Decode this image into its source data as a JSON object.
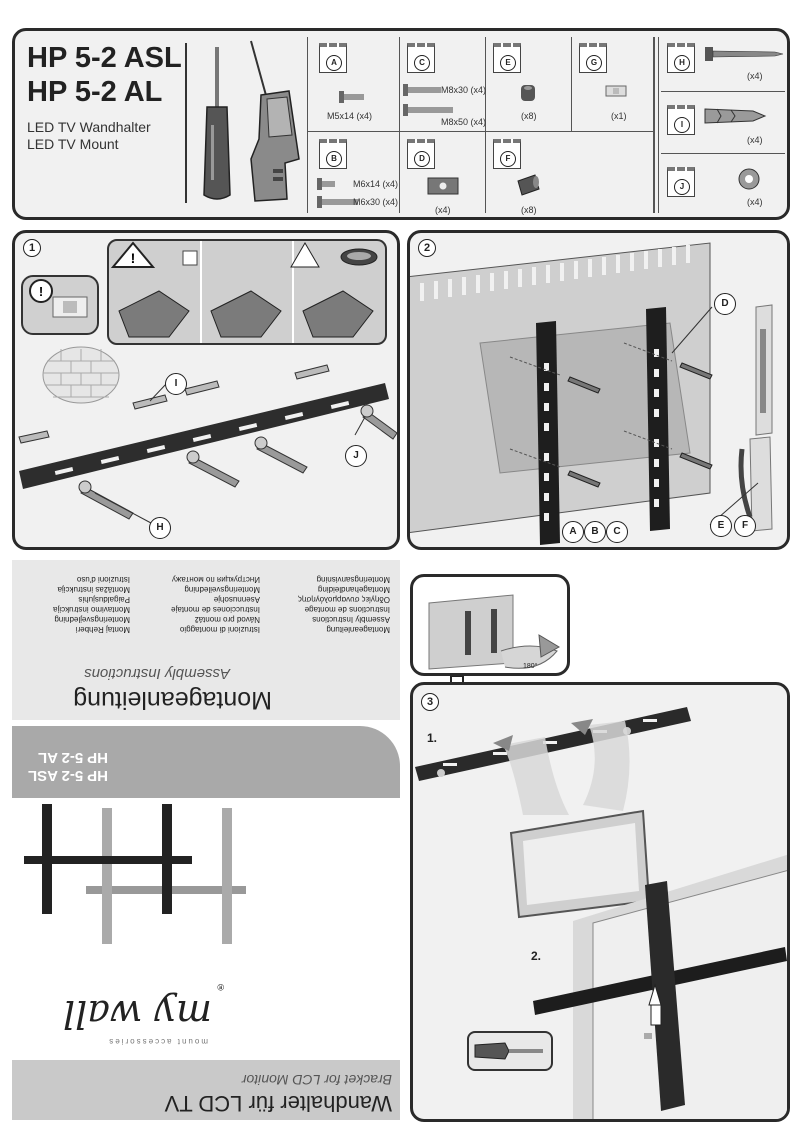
{
  "header": {
    "model_1": "HP 5-2 ASL",
    "model_2": "HP 5-2 AL",
    "subtitle_de": "LED TV Wandhalter",
    "subtitle_en": "LED TV Mount"
  },
  "parts": {
    "a": {
      "letter": "A",
      "spec": "M5x14 (x4)"
    },
    "b": {
      "letter": "B",
      "spec_1": "M6x14 (x4)",
      "spec_2": "M6x30 (x4)"
    },
    "c": {
      "letter": "C",
      "spec_1": "M8x30 (x4)",
      "spec_2": "M8x50 (x4)"
    },
    "d": {
      "letter": "D",
      "qty": "(x4)"
    },
    "e": {
      "letter": "E",
      "qty": "(x8)"
    },
    "f": {
      "letter": "F",
      "qty": "(x8)"
    },
    "g": {
      "letter": "G",
      "qty": "(x1)"
    },
    "h": {
      "letter": "H",
      "qty": "(x4)"
    },
    "i": {
      "letter": "I",
      "qty": "(x4)"
    },
    "j": {
      "letter": "J",
      "qty": "(x4)"
    }
  },
  "step1": {
    "num": "1",
    "callout_i": "I",
    "callout_j": "J",
    "callout_h": "H"
  },
  "step2": {
    "num": "2",
    "callout_d": "D",
    "callout_a": "A",
    "callout_b": "B",
    "callout_c": "C",
    "callout_e": "E",
    "callout_f": "F"
  },
  "step3": {
    "num": "3",
    "sub1": "1.",
    "sub2": "2.",
    "rotate_label": "180°"
  },
  "cover": {
    "title_de": "Montageanleitung",
    "title_en": "Assembly Instructions",
    "lang_col1": [
      "Montageanleitung",
      "Assembly Instructions",
      "Instructions de montage",
      "Οδηγίες συναρμολόγησης",
      "Montagehandleiding",
      "Monteringsanvisning"
    ],
    "lang_col2": [
      "Istruzioni di montaggio",
      "Návod pro montáž",
      "Instrucciones de montaje",
      "Asennusohje",
      "Monteringsveiledning",
      "Инструкция по монтажу"
    ],
    "lang_col3": [
      "Montaj Rehberi",
      "Monteringsvejledning",
      "Montavimo instrukcija",
      "Paigaldusjuhis",
      "Montāžas instrukcija",
      "Istruzioni d'uso"
    ],
    "models_1": "HP 5-2 ASL",
    "models_2": "HP 5-2 AL",
    "brand": "my wall",
    "brand_sub": "mount accessories",
    "reg": "®",
    "product_de": "Wandhalter für LCD TV",
    "product_en": "Bracket for LCD Monitor"
  }
}
